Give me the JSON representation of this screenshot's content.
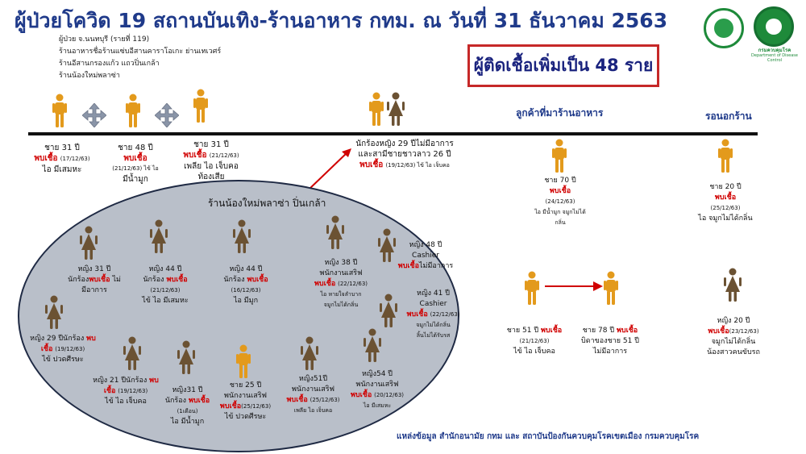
{
  "title": "ผู้ป่วยโควิด 19 สถานบันเทิง-ร้านอาหาร กทม. ณ วันที่ 31 ธันวาคม 2563",
  "case_info": [
    "ผู้ป่วย จ.นนทบุรี (รายที่ 119)",
    "ร้านอาหารชื่อร้านแซ่บอีสานคาราโอเกะ ย่านเทเวศร์",
    "ร้านอีสานกรองแก้ว แถวปิ่นเกล้า",
    "ร้านน้องใหม่พลาซ่า"
  ],
  "highlight": "ผู้ติดเชื้อเพิ่มเป็น 48 ราย",
  "logo_caption": "กรมควบคุมโรค",
  "logo_caption_en": "Department of Disease Control",
  "sections": {
    "restaurant": "ลูกค้าที่มาร้านอาหาร",
    "waiting": "รอนอกร้าน"
  },
  "venue": "ร้านน้องใหม่พลาซ่า ปิ่นเกล้า",
  "source": "แหล่งข้อมูล สำนักอนามัย กทม และ สถาบันป้องกันควบคุมโรคเขตเมือง กรมควบคุมโรค",
  "timeline_cases": {
    "c1": [
      "ชาย 31 ปี",
      "พบเชื้อ",
      "(17/12/63)",
      "ไอ มีเสมหะ"
    ],
    "c2": [
      "ชาย 48 ปี",
      "พบเชื้อ",
      "(21/12/63) ไข้ ไอ",
      "มีน้ำมูก"
    ],
    "c3": [
      "ชาย 31 ปี",
      "พบเชื้อ",
      "(21/12/63)",
      "เพลีย ไอ เจ็บคอ",
      "ท้องเสีย"
    ],
    "c4": [
      "นักร้องหญิง 29 ปีไม่มีอาการ",
      "และสามีชายชาวลาว 26 ปี",
      "พบเชื้อ",
      "(19/12/63) ไข้ ไอ เจ็บคอ"
    ]
  },
  "venue_cases": {
    "v1": [
      "หญิง 31 ปี",
      "นักร้อง",
      "พบเชื้อ",
      "ไม่",
      "มีอาการ"
    ],
    "v2": [
      "หญิง 44 ปี",
      "นักร้อง",
      "พบเชื้อ",
      "(21/12/63)",
      "ไข้ ไอ มีเสมหะ"
    ],
    "v3": [
      "หญิง 44 ปี",
      "นักร้อง",
      "พบเชื้อ",
      "(16/12/63)",
      "ไอ มีมูก"
    ],
    "v4": [
      "หญิง 38 ปี",
      "พนักงานเสริฟ",
      "พบเชื้อ",
      "(22/12/63)",
      "ไอ หายใจลำบาก",
      "จมูกไม่ได้กลิ่น"
    ],
    "v5": [
      "หญิง 48 ปี",
      "Cashier",
      "พบเชื้อ",
      "ไม่มีอาการ"
    ],
    "v6": [
      "หญิง 41 ปี",
      "Cashier",
      "พบเชื้อ",
      "(22/12/63)",
      "จมูกไม่ได้กลิ่น",
      "ลิ้นไม่ได้รับรส"
    ],
    "v7": [
      "หญิง 29 ปีนักร้อง",
      "พบ",
      "เชื้อ",
      "(19/12/63)",
      "ไข้ ปวดศีรษะ"
    ],
    "v8": [
      "หญิง 21 ปีนักร้อง",
      "พบ",
      "เชื้อ",
      "(19/12/63)",
      "ไข้ ไอ เจ็บคอ"
    ],
    "v9": [
      "หญิง31 ปี",
      "นักร้อง",
      "พบเชื้อ",
      "(1เดือน)",
      "ไอ มีน้ำมูก"
    ],
    "v10": [
      "ชาย 25 ปี",
      "พนักงานเสริฟ",
      "พบเชื้อ",
      "(25/12/63)",
      "ไข้ ปวดศีรษะ"
    ],
    "v11": [
      "หญิง51ปี",
      "พนักงานเสริฟ",
      "พบเชื้อ",
      "(25/12/63)",
      "เพลีย ไอ เจ็บคอ"
    ],
    "v12": [
      "หญิง54 ปี",
      "พนักงานเสริฟ",
      "พบเชื้อ",
      "(20/12/63)",
      "ไอ มีเสมหะ"
    ]
  },
  "customer_cases": {
    "r1": [
      "ชาย 70 ปี",
      "พบเชื้อ",
      "(24/12/63)",
      "ไอ มีน้ำมูก จมูกไม่ได้",
      "กลิ่น"
    ],
    "r2": [
      "ชาย 51 ปี",
      "พบเชื้อ",
      "(21/12/63)",
      "ไข้ ไอ เจ็บคอ"
    ],
    "r3": [
      "ชาย 78 ปี",
      "พบเชื้อ",
      "บิดาของชาย 51 ปี",
      "ไม่มีอาการ"
    ],
    "w1": [
      "ชาย 20 ปี",
      "พบเชื้อ",
      "(25/12/63)",
      "ไอ จมูกไม่ได้กลิ่น"
    ],
    "w2": [
      "หญิง 20 ปี",
      "พบเชื้อ",
      "(23/12/63)",
      "จมูกไม่ได้กลิ่น",
      "น้องสาวคนขับรถ"
    ]
  },
  "colors": {
    "title": "#1f3a8a",
    "infected": "#d00000",
    "male": "#e39a1c",
    "female": "#6b5233",
    "ellipse": "#b9bfc9"
  },
  "icons": [
    "male-person-icon",
    "female-person-icon",
    "move-arrows-icon",
    "right-arrow-icon"
  ]
}
